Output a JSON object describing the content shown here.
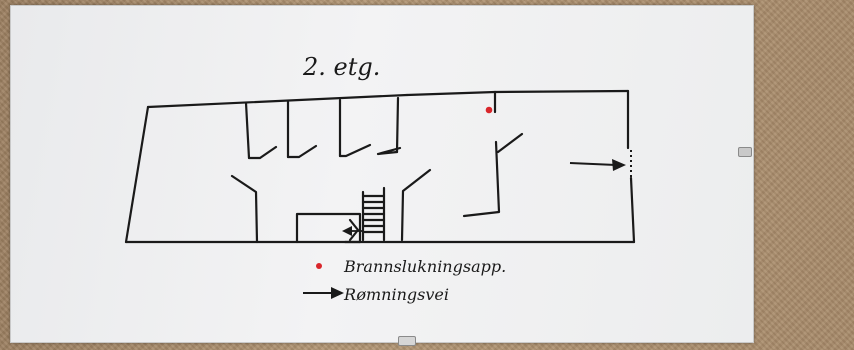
{
  "floor_label": "2. etg.",
  "legend": {
    "extinguisher": {
      "label": "Brannslukningsapp.",
      "marker_color": "#d9262b",
      "icon": "red-dot-icon"
    },
    "escape_route": {
      "label": "Rømningsvei",
      "icon": "arrow-right-icon"
    }
  },
  "colors": {
    "ink": "#1a1a1a",
    "board": "#eeeff0",
    "cork": "#a98d6e"
  }
}
